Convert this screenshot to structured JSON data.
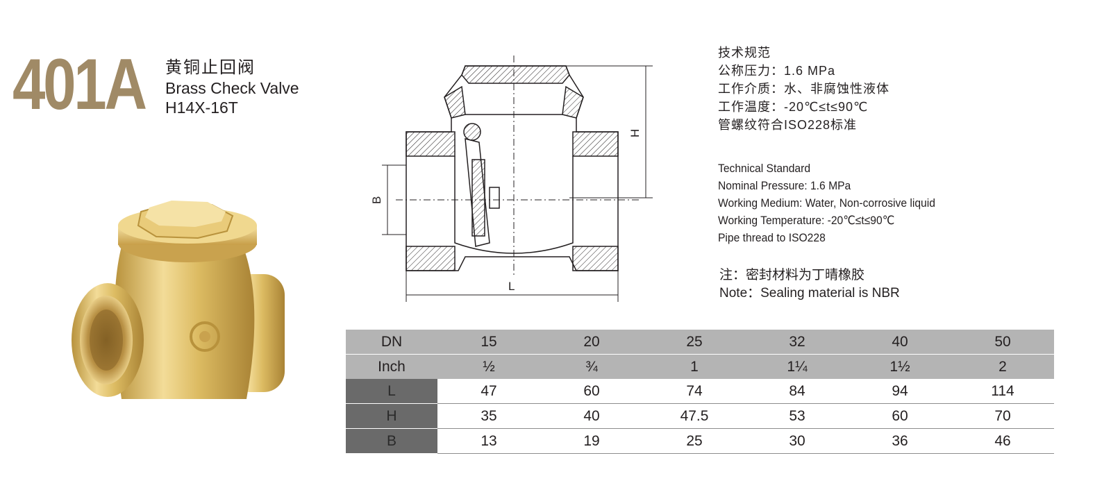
{
  "header": {
    "model": "401A",
    "title_cn": "黄铜止回阀",
    "title_en": "Brass Check Valve",
    "code": "H14X-16T"
  },
  "drawing": {
    "label_h": "H",
    "label_b": "B",
    "label_l": "L"
  },
  "specs_cn": [
    "技术规范",
    "公称压力：1.6 MPa",
    "工作介质：水、非腐蚀性液体",
    "工作温度：-20℃≤t≤90℃",
    "管螺纹符合ISO228标准"
  ],
  "specs_en": [
    "Technical Standard",
    "Nominal Pressure:  1.6 MPa",
    "Working Medium:  Water, Non-corrosive liquid",
    "Working Temperature:  -20℃≤t≤90℃",
    "Pipe thread to ISO228"
  ],
  "note": {
    "cn": "注：密封材料为丁晴橡胶",
    "en": "Note：Sealing material is NBR"
  },
  "table": {
    "rows": [
      {
        "label": "DN",
        "values": [
          "15",
          "20",
          "25",
          "32",
          "40",
          "50"
        ]
      },
      {
        "label": "Inch",
        "values": [
          "½",
          "¾",
          "1",
          "1¼",
          "1½",
          "2"
        ]
      },
      {
        "label": "L",
        "values": [
          "47",
          "60",
          "74",
          "84",
          "94",
          "114"
        ]
      },
      {
        "label": "H",
        "values": [
          "35",
          "40",
          "47.5",
          "53",
          "60",
          "70"
        ]
      },
      {
        "label": "B",
        "values": [
          "13",
          "19",
          "25",
          "30",
          "36",
          "46"
        ]
      }
    ]
  },
  "colors": {
    "brand_gold": "#a08a66",
    "header_gray": "#b4b4b4",
    "label_gray": "#6a6a6a",
    "brass": "#d9b65a"
  }
}
